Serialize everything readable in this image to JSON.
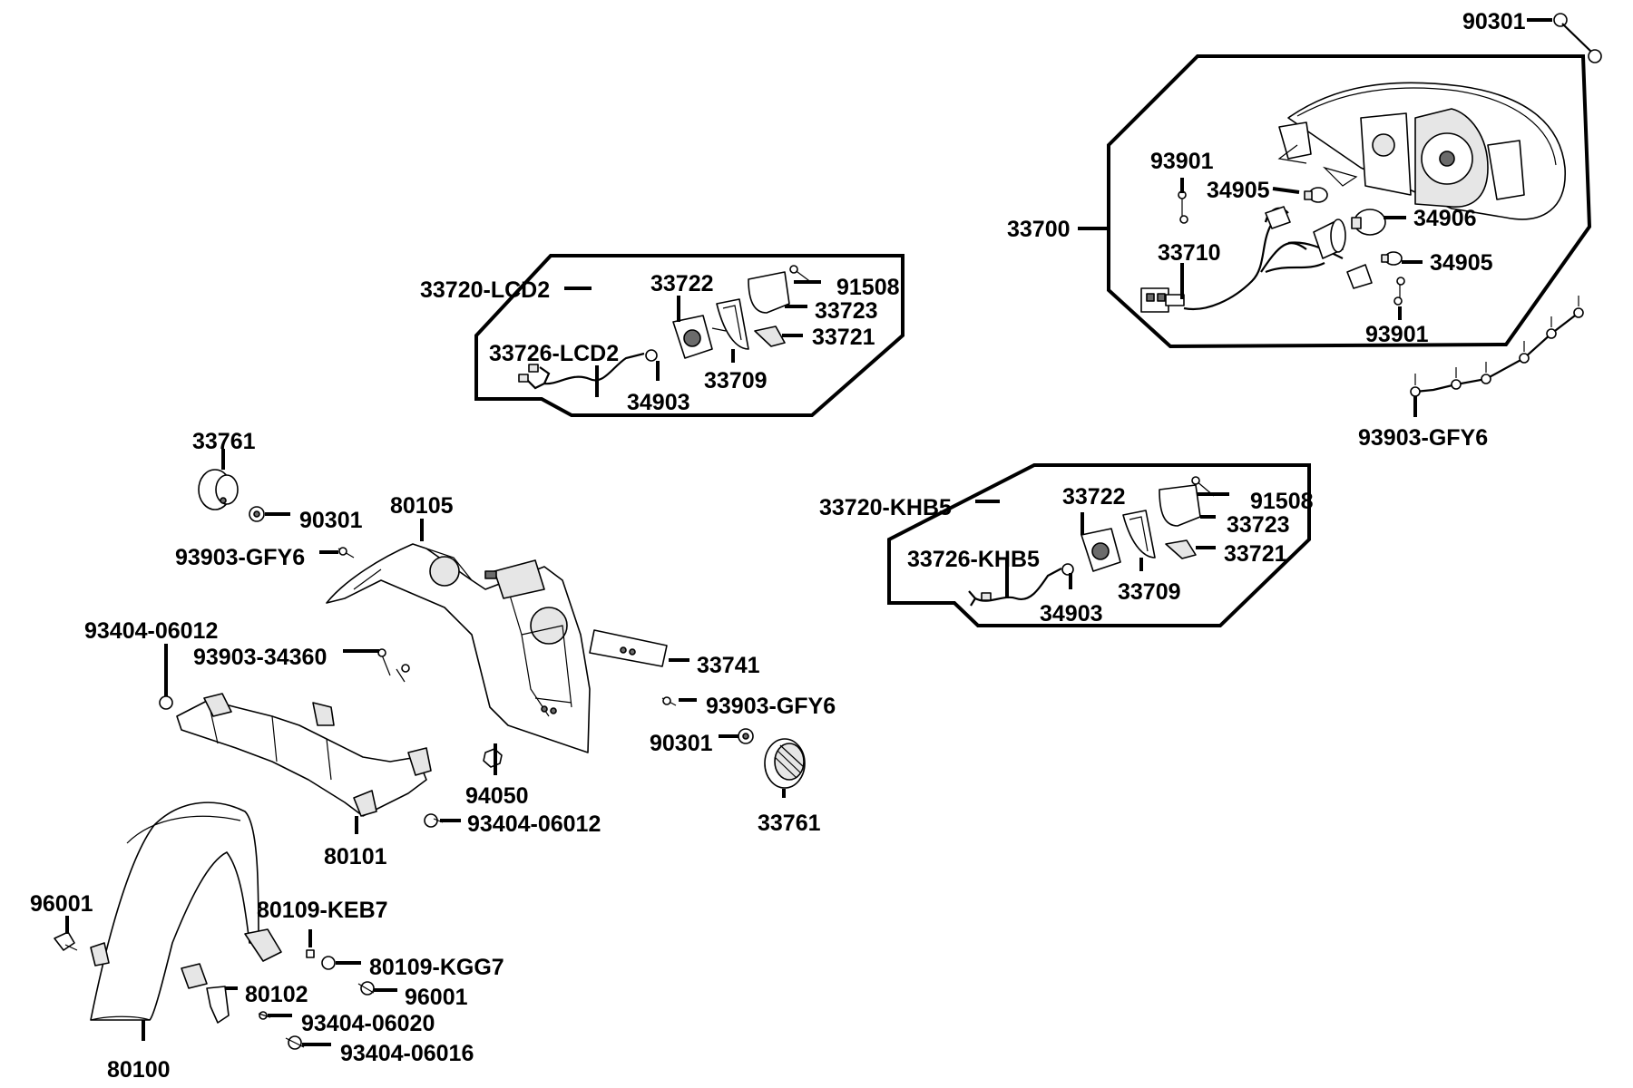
{
  "labels": {
    "p90301_top": "90301",
    "p33700": "33700",
    "p93901_a": "93901",
    "p34905_a": "34905",
    "p34906": "34906",
    "p33710": "33710",
    "p34905_b": "34905",
    "p93901_b": "93901",
    "p93903_gfy6_a": "93903-GFY6",
    "p33720_lcd2": "33720-LCD2",
    "p33722_a": "33722",
    "p91508_a": "91508",
    "p33723_a": "33723",
    "p33721_a": "33721",
    "p33726_lcd2": "33726-LCD2",
    "p33709_a": "33709",
    "p34903_a": "34903",
    "p33761_a": "33761",
    "p90301_a": "90301",
    "p80105": "80105",
    "p93903_gfy6_b": "93903-GFY6",
    "p93404_06012_a": "93404-06012",
    "p93903_34360": "93903-34360",
    "p33741": "33741",
    "p93903_gfy6_c": "93903-GFY6",
    "p90301_b": "90301",
    "p94050": "94050",
    "p33761_b": "33761",
    "p93404_06012_b": "93404-06012",
    "p80101": "80101",
    "p33720_khb5": "33720-KHB5",
    "p33722_b": "33722",
    "p91508_b": "91508",
    "p33723_b": "33723",
    "p33721_b": "33721",
    "p33726_khb5": "33726-KHB5",
    "p33709_b": "33709",
    "p34903_b": "34903",
    "p96001_a": "96001",
    "p80109_keb7": "80109-KEB7",
    "p80109_kgg7": "80109-KGG7",
    "p80102": "80102",
    "p96001_b": "96001",
    "p93404_06020": "93404-06020",
    "p93404_06016": "93404-06016",
    "p80100": "80100"
  }
}
